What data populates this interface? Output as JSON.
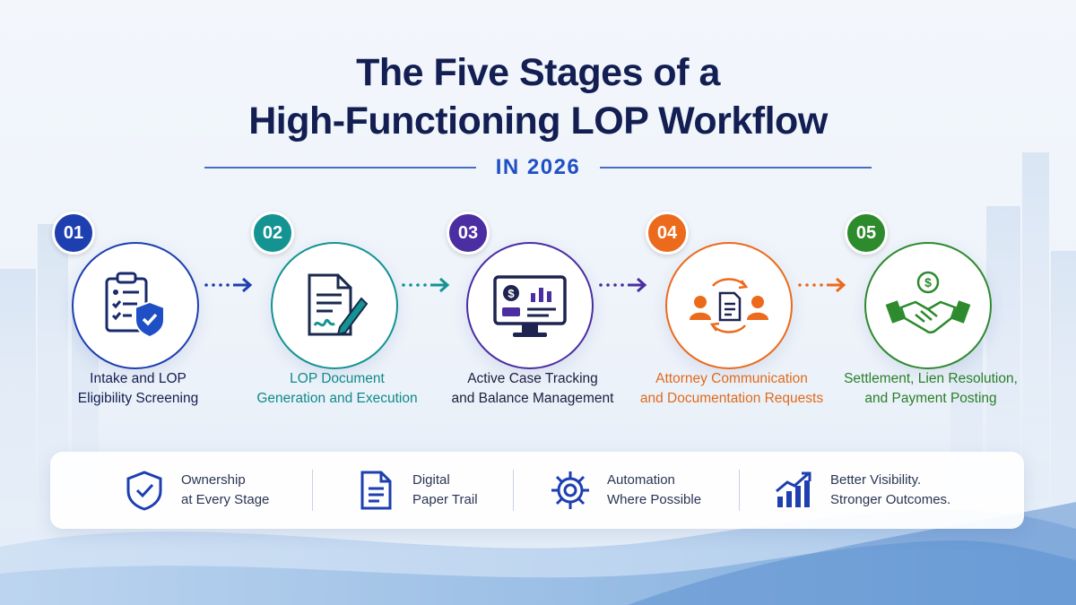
{
  "header": {
    "title_line1": "The Five Stages of a",
    "title_line2": "High-Functioning LOP Workflow",
    "subtitle": "IN 2026"
  },
  "stages": [
    {
      "number": "01",
      "label_line1": "Intake and LOP",
      "label_line2": "Eligibility Screening",
      "icon": "clipboard-shield-icon",
      "color": "#1d3fb0"
    },
    {
      "number": "02",
      "label_line1": "LOP Document",
      "label_line2": "Generation and Execution",
      "icon": "document-signature-pen-icon",
      "color": "#149393"
    },
    {
      "number": "03",
      "label_line1": "Active Case Tracking",
      "label_line2": "and Balance Management",
      "icon": "monitor-dashboard-icon",
      "color": "#4b2ea1"
    },
    {
      "number": "04",
      "label_line1": "Attorney Communication",
      "label_line2": "and Documentation Requests",
      "icon": "people-document-exchange-icon",
      "color": "#ec6a1c"
    },
    {
      "number": "05",
      "label_line1": "Settlement, Lien Resolution,",
      "label_line2": "and Payment Posting",
      "icon": "handshake-dollar-icon",
      "color": "#2d8a2d"
    }
  ],
  "features": [
    {
      "line1": "Ownership",
      "line2": "at Every Stage",
      "icon": "shield-check-icon"
    },
    {
      "line1": "Digital",
      "line2": "Paper Trail",
      "icon": "document-icon"
    },
    {
      "line1": "Automation",
      "line2": "Where Possible",
      "icon": "gear-icon"
    },
    {
      "line1": "Better Visibility.",
      "line2": "Stronger Outcomes.",
      "icon": "growth-chart-icon"
    }
  ],
  "colors": {
    "navy": "#131f52",
    "accent_blue": "#1f4fc4"
  }
}
